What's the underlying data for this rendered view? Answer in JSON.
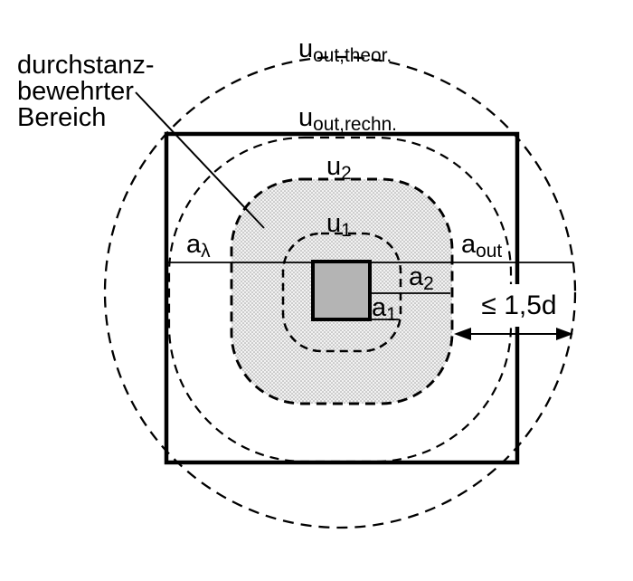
{
  "figure": {
    "note": {
      "lines": [
        "durchstanz-",
        "bewehrter",
        "Bereich"
      ]
    },
    "labels": {
      "u_out_theor": {
        "base": "u",
        "sub": "out,theor."
      },
      "u_out_rechn": {
        "base": "u",
        "sub": "out,rechn."
      },
      "u2": {
        "base": "u",
        "sub": "2"
      },
      "u1": {
        "base": "u",
        "sub": "1"
      },
      "a_lambda": {
        "base": "a",
        "sub": "λ"
      },
      "a_out": {
        "base": "a",
        "sub": "out"
      },
      "a2": {
        "base": "a",
        "sub": "2"
      },
      "a1": {
        "base": "a",
        "sub": "1"
      },
      "spacing_limit": "≤ 1,5d"
    },
    "colors": {
      "line": "#000000",
      "column_fill": "#b4b4b4",
      "zone_dot": "#9a9a9a",
      "zone_bg": "#f2f2f2",
      "background": "#ffffff"
    }
  }
}
